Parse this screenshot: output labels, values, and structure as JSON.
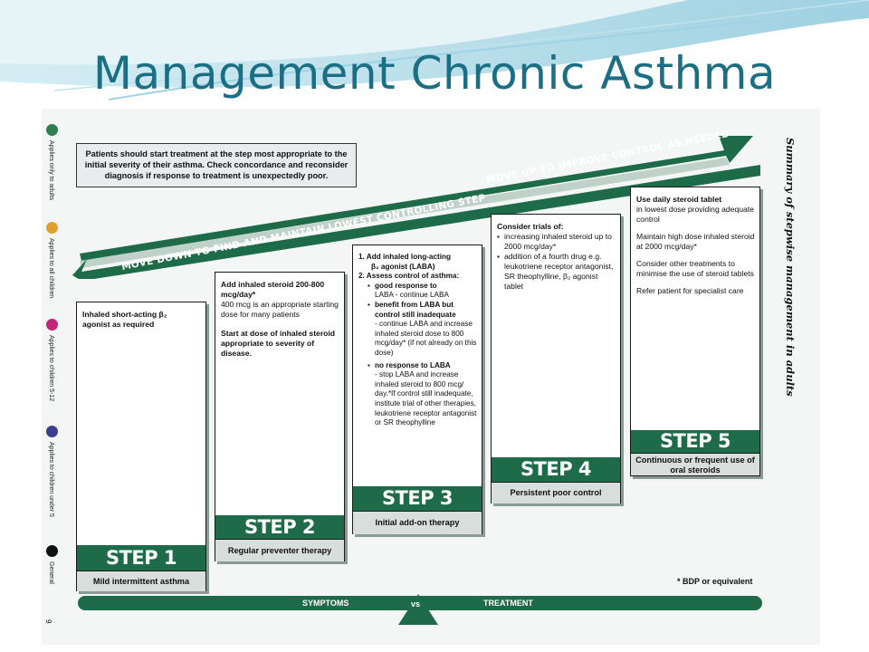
{
  "slide": {
    "title": "Management Chronic Asthma",
    "colors": {
      "title": "#1b6f84",
      "banner": "#1e6b4a",
      "caption_bg": "#d8dedc"
    }
  },
  "legend": [
    {
      "label": "Applies only to adults",
      "color": "#2e7d4f"
    },
    {
      "label": "Applies to all children",
      "color": "#e0a030"
    },
    {
      "label": "Applies to children 5-12",
      "color": "#c0267a"
    },
    {
      "label": "Applies to children under 5",
      "color": "#3a3f8f"
    },
    {
      "label": "General",
      "color": "#111111"
    }
  ],
  "intro": "Patients should start treatment at the step most appropriate to the initial severity of their asthma. Check concordance and reconsider diagnosis if response to treatment is unexpectedly poor.",
  "arrows": {
    "up": "MOVE UP TO IMPROVE CONTROL AS NEEDED",
    "down": "MOVE DOWN TO FIND AND MAINTAIN LOWEST CONTROLLING STEP"
  },
  "side_title": "Summary of stepwise management in adults",
  "page_number": "9",
  "footnote": "* BDP or equivalent",
  "bottom_bar": {
    "left": "SYMPTOMS",
    "middle": "vs",
    "right": "TREATMENT"
  },
  "steps": [
    {
      "banner": "STEP 1",
      "caption": "Mild intermittent asthma",
      "lines": [
        "Inhaled short-acting β₂",
        "agonist as required"
      ]
    },
    {
      "banner": "STEP 2",
      "caption": "Regular preventer therapy",
      "l1": "Add inhaled steroid 200-800 mcg/day*",
      "l2": "400 mcg is an appropriate starting dose for many patients",
      "l3": "Start at dose of inhaled steroid appropriate to severity of disease."
    },
    {
      "banner": "STEP 3",
      "caption": "Initial add-on therapy",
      "i1": "1.  Add inhaled long-acting",
      "i1b": "β₂ agonist (LABA)",
      "i2": "2.  Assess control of asthma:",
      "g1": "good response to",
      "g1b": "LABA - continue LABA",
      "g2": "benefit from LABA but",
      "g2b": "control still inadequate",
      "g2c": "- continue LABA and increase inhaled steroid dose to 800 mcg/day* (if not already on this dose)",
      "g3": "no response to LABA",
      "g3b": "- stop LABA and increase inhaled steroid to 800 mcg/ day.*If control still inadequate, institute trial of other therapies, leukotriene receptor antagonist or SR theophylline"
    },
    {
      "banner": "STEP 4",
      "caption": "Persistent poor control",
      "head": "Consider trials of:",
      "b1": "increasing inhaled steroid up to 2000 mcg/day*",
      "b2": "addition of a fourth drug e.g. leukotriene receptor antagonist, SR theophylline, β₂ agonist tablet"
    },
    {
      "banner": "STEP 5",
      "caption": "Continuous or frequent use of oral steroids",
      "p1": "Use daily steroid tablet",
      "p1b": "in lowest dose providing adequate control",
      "p2": "Maintain high dose inhaled steroid at 2000 mcg/day*",
      "p3": "Consider other treatments to minimise the use of steroid tablets",
      "p4": "Refer patient for specialist care"
    }
  ]
}
